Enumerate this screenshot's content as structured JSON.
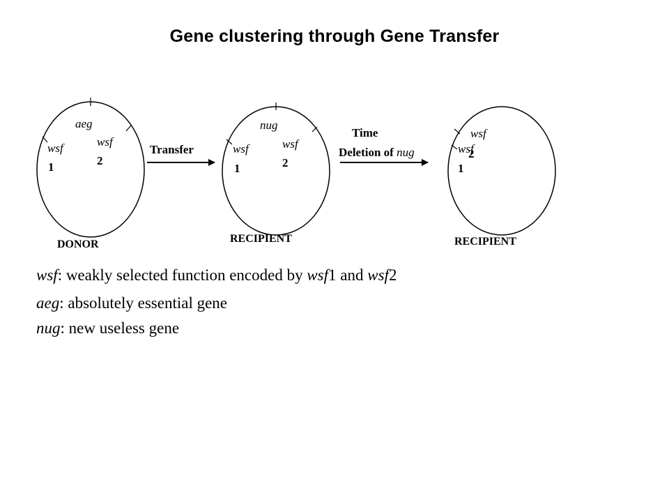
{
  "title": "Gene clustering through Gene Transfer",
  "cells": {
    "donor": {
      "label": "DONOR",
      "genes": {
        "aeg": "aeg",
        "wsf_a": "wsf",
        "wsf_b": "wsf"
      },
      "numbers": {
        "n1": "1",
        "n2": "2"
      }
    },
    "recipient1": {
      "label": "RECIPIENT",
      "genes": {
        "nug": "nug",
        "wsf_a": "wsf",
        "wsf_b": "wsf"
      },
      "numbers": {
        "n1": "1",
        "n2": "2"
      }
    },
    "recipient2": {
      "label": "RECIPIENT",
      "genes": {
        "wsf_a": "wsf",
        "wsf_b": "wsf"
      },
      "numbers": {
        "n1": "1",
        "n2": "2"
      }
    }
  },
  "arrows": {
    "transfer": {
      "label": "Transfer"
    },
    "deletion": {
      "time_label": "Time",
      "deletion_prefix": "Deletion of ",
      "deletion_gene": "nug"
    }
  },
  "legend": [
    {
      "term": "wsf",
      "text_a": ": weakly selected function encoded by ",
      "term_b": "wsf",
      "text_b": "1 and ",
      "term_c": "wsf",
      "text_c": "2"
    },
    {
      "term": "aeg",
      "text_a": ": absolutely essential gene"
    },
    {
      "term": "nug",
      "text_a": ": new useless gene"
    }
  ]
}
